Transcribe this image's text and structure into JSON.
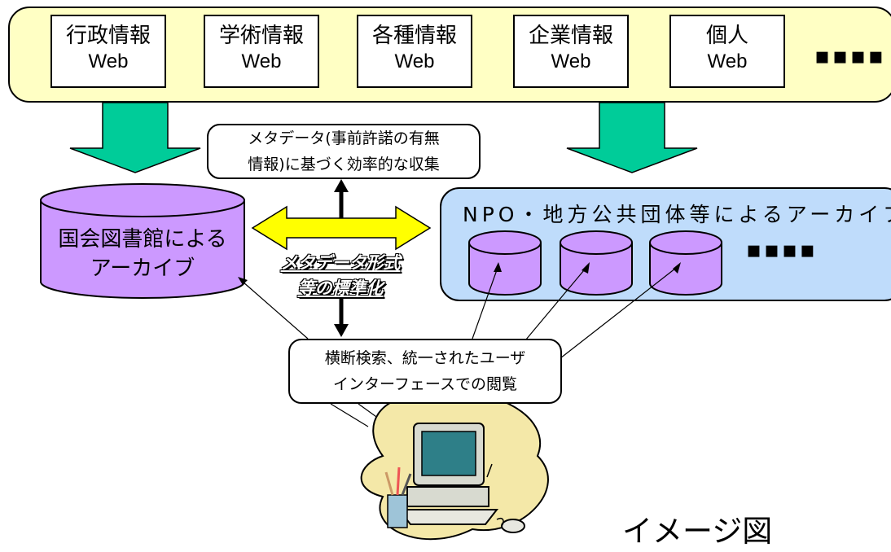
{
  "sources": [
    {
      "name": "行政情報",
      "sub": "Web"
    },
    {
      "name": "学術情報",
      "sub": "Web"
    },
    {
      "name": "各種情報",
      "sub": "Web"
    },
    {
      "name": "企業情報",
      "sub": "Web"
    },
    {
      "name": "個人",
      "sub": "Web"
    }
  ],
  "sources_more": "▪▪▪▪",
  "metadata_callout": {
    "line1": "メタデータ(事前許諾の有無",
    "line2": "情報)に基づく効率的な収集"
  },
  "ndl_archive": {
    "line1": "国会図書館による",
    "line2": "アーカイブ"
  },
  "npo_archive": {
    "title": "NPO・地方公共団体等によるアーカイブ",
    "more": "▪▪▪▪"
  },
  "standardization": {
    "line1": "メタデータ形式",
    "line2": "等の標準化"
  },
  "search_callout": {
    "line1": "横断検索、統一されたユーザ",
    "line2": "インターフェースでの閲覧"
  },
  "caption": "イメージ図",
  "colors": {
    "banner": "#ffffc4",
    "ndl_cylinder": "#cc99ff",
    "npo_box": "#bfdcfb",
    "green_arrow": "#00cc99",
    "yellow_arrow": "#ffff00"
  }
}
